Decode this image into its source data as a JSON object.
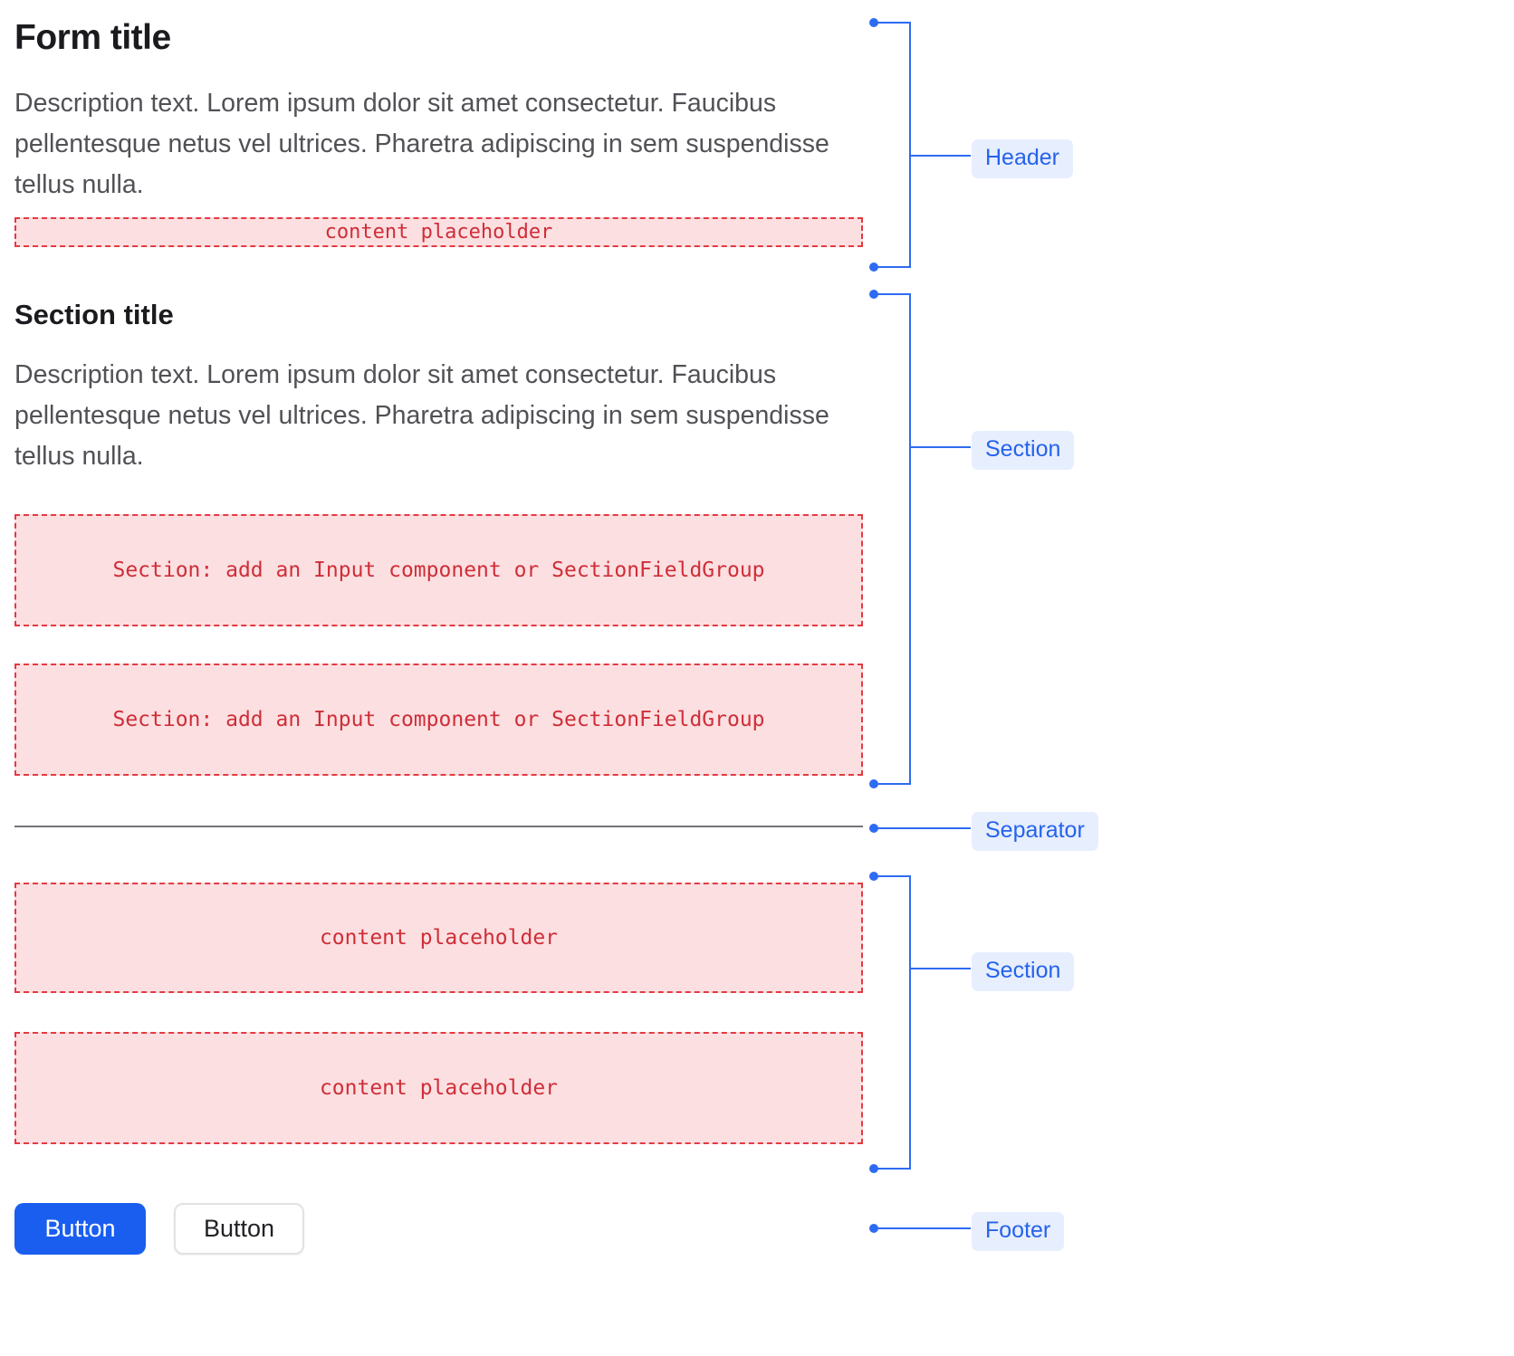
{
  "form": {
    "header": {
      "title": "Form title",
      "description": "Description text. Lorem ipsum dolor sit amet consectetur. Faucibus pellentesque netus vel ultrices. Pharetra adipiscing in sem suspendisse tellus nulla.",
      "placeholder": "content placeholder"
    },
    "section_one": {
      "title": "Section title",
      "description": "Description text. Lorem ipsum dolor sit amet consectetur. Faucibus pellentesque netus vel ultrices. Pharetra adipiscing in sem suspendisse tellus nulla.",
      "placeholders": [
        "Section: add an Input component or SectionFieldGroup",
        "Section: add an Input component or SectionFieldGroup"
      ]
    },
    "section_two": {
      "placeholders": [
        "content placeholder",
        "content placeholder"
      ]
    },
    "footer": {
      "primary_button_label": "Button",
      "secondary_button_label": "Button"
    }
  },
  "annotations": {
    "header": "Header",
    "section_one": "Section",
    "separator": "Separator",
    "section_two": "Section",
    "footer": "Footer"
  },
  "colors": {
    "accent_blue": "#2e6bf2",
    "annotation_label_bg": "#e7eefe",
    "annotation_label_text": "#2563eb",
    "primary_button_bg": "#1a5ef0",
    "placeholder_bg": "#fcdfe1",
    "placeholder_border": "#e23b43",
    "placeholder_text": "#cf2e38",
    "separator_line": "#747479"
  }
}
